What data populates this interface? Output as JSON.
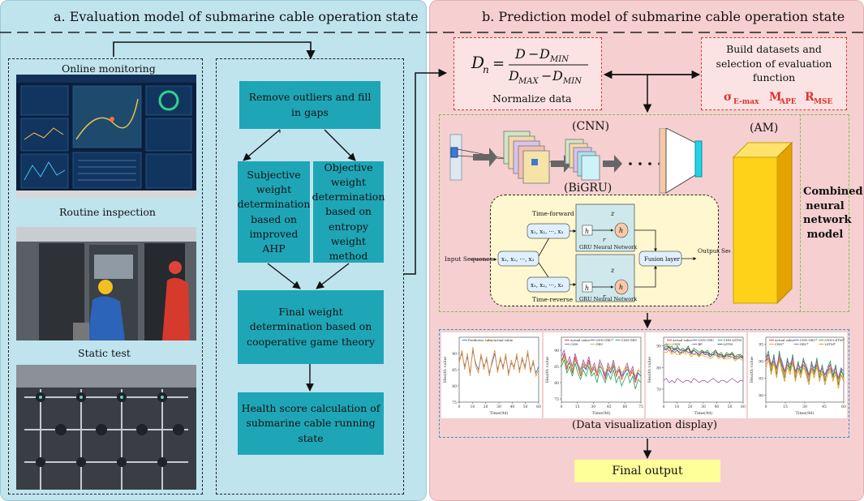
{
  "panel_a": {
    "title": "a. Evaluation model of submarine cable operation state",
    "labels": {
      "online": "Online monitoring",
      "routine": "Routine inspection",
      "static": "Static test"
    },
    "steps": {
      "remove": "Remove outliers and fill in gaps",
      "subjective": "Subjective weight determination based on improved AHP",
      "objective": "Objective weight determination based on entropy weight method",
      "final_weight": "Final weight determination based on cooperative game theory",
      "health": "Health score calculation of submarine cable running state"
    }
  },
  "panel_b": {
    "title": "b. Prediction model of submarine cable operation state",
    "normalize": {
      "label": "Normalize data",
      "formula_lhs": "D",
      "formula_lhs_sub": "n",
      "num_a": "D",
      "num_b": "D",
      "num_b_sub": "MIN",
      "den_a": "D",
      "den_a_sub": "MAX",
      "den_b": "D",
      "den_b_sub": "MIN"
    },
    "build": {
      "text": "Build datasets and selection of evaluation function",
      "m1": "σ",
      "m1_sub": "E-max",
      "m2": "M",
      "m2_sub": "APE",
      "m3": "R",
      "m3_sub": "MSE"
    },
    "cnn_label": "(CNN)",
    "am_label": "(AM)",
    "bigru_label": "(BiGRU)",
    "combined": "Combined neural network model",
    "gru": {
      "time_forward": "Time-forward",
      "time_reverse": "Time-reverse",
      "input_seq": "Input Sequence",
      "output_seq": "Output Sequence",
      "gru_net": "GRU Neural Network",
      "fusion": "Fusion layer",
      "seq": "x₁, x₂, ···, x₃",
      "h": "h",
      "z": "z",
      "r": "r"
    },
    "viz_label": "(Data visualization display)",
    "final_output": "Final output"
  },
  "chart_data": [
    {
      "type": "line",
      "ylabel": "Health value",
      "xlabel": "Time(9d)",
      "x_ticks": [
        "0",
        "10",
        "20",
        "30",
        "40",
        "50",
        "60"
      ],
      "y_ticks": [
        "75",
        "80",
        "85",
        "90"
      ],
      "ylim": [
        75,
        95
      ],
      "series": [
        {
          "name": "Predictive value",
          "color": "#2a6fd6",
          "values": [
            88,
            90,
            86,
            89,
            84,
            91,
            87,
            85,
            89,
            86,
            88,
            84,
            87,
            90,
            85,
            88,
            86,
            89,
            84,
            87,
            86,
            89,
            85,
            88,
            86,
            90,
            85,
            87,
            84,
            86
          ]
        },
        {
          "name": "Actual value",
          "color": "#f08a24",
          "values": [
            87,
            91,
            85,
            90,
            83,
            92,
            86,
            84,
            90,
            85,
            89,
            83,
            88,
            91,
            84,
            89,
            85,
            90,
            83,
            88,
            85,
            90,
            84,
            89,
            85,
            91,
            84,
            88,
            83,
            85
          ]
        }
      ]
    },
    {
      "type": "line",
      "ylabel": "Health value",
      "xlabel": "Time(9d)",
      "x_ticks": [
        "0",
        "15",
        "30",
        "45",
        "60",
        "75"
      ],
      "y_ticks": [
        "75",
        "80",
        "85",
        "90"
      ],
      "ylim": [
        74,
        94
      ],
      "series": [
        {
          "name": "Actual value",
          "color": "#e53030",
          "values": [
            86,
            89,
            84,
            87,
            83,
            88,
            85,
            82,
            86,
            84,
            87,
            83,
            85,
            82,
            86,
            84,
            81,
            85,
            83,
            86,
            82,
            84,
            81,
            83,
            85,
            82,
            84,
            80,
            83,
            82
          ]
        },
        {
          "name": "CNN-GRU*",
          "color": "#2a6fd6",
          "values": [
            87,
            88,
            85,
            86,
            84,
            87,
            85,
            83,
            85,
            84,
            86,
            84,
            84,
            83,
            85,
            84,
            82,
            84,
            83,
            85,
            83,
            84,
            82,
            83,
            84,
            83,
            83,
            81,
            83,
            82
          ]
        },
        {
          "name": "CNN-GRU",
          "color": "#22a04a",
          "values": [
            85,
            87,
            83,
            85,
            82,
            86,
            83,
            81,
            84,
            82,
            85,
            82,
            83,
            80,
            84,
            82,
            80,
            83,
            81,
            84,
            80,
            82,
            79,
            81,
            83,
            80,
            82,
            78,
            81,
            80
          ]
        },
        {
          "name": "CNN",
          "color": "#9b59b6",
          "values": [
            88,
            90,
            86,
            88,
            85,
            89,
            86,
            84,
            87,
            85,
            88,
            84,
            86,
            83,
            87,
            85,
            82,
            86,
            84,
            87,
            83,
            85,
            82,
            84,
            86,
            83,
            85,
            81,
            84,
            83
          ]
        },
        {
          "name": "GRU",
          "color": "#e0b020",
          "values": [
            86,
            88,
            85,
            87,
            84,
            87,
            86,
            83,
            86,
            85,
            86,
            84,
            85,
            83,
            86,
            84,
            83,
            85,
            84,
            86,
            83,
            85,
            83,
            84,
            85,
            83,
            84,
            82,
            84,
            83
          ]
        }
      ]
    },
    {
      "type": "line",
      "ylabel": "Health value",
      "xlabel": "Time(9d)",
      "x_ticks": [
        "0",
        "10",
        "20",
        "30",
        "40",
        "50",
        "60"
      ],
      "y_ticks": [
        "70",
        "80",
        "90"
      ],
      "ylim": [
        64,
        94
      ],
      "series": [
        {
          "name": "Actual value",
          "color": "#e53030",
          "values": [
            89,
            88,
            90,
            87,
            89,
            88,
            86,
            88,
            87,
            89,
            86,
            88,
            87,
            85,
            88,
            86,
            87,
            85,
            86,
            88,
            85,
            86,
            84,
            86,
            85,
            87,
            84,
            85,
            86,
            84
          ]
        },
        {
          "name": "CNN-GRU",
          "color": "#2a6fd6",
          "values": [
            88,
            89,
            88,
            88,
            87,
            88,
            87,
            87,
            88,
            87,
            87,
            86,
            87,
            86,
            87,
            86,
            86,
            85,
            86,
            86,
            85,
            85,
            85,
            85,
            85,
            85,
            84,
            84,
            85,
            84
          ]
        },
        {
          "name": "CNN-LSTM",
          "color": "#22a04a",
          "values": [
            90,
            91,
            89,
            90,
            88,
            90,
            88,
            89,
            88,
            90,
            87,
            89,
            88,
            87,
            88,
            87,
            88,
            86,
            87,
            88,
            86,
            87,
            85,
            87,
            86,
            87,
            85,
            86,
            86,
            85
          ]
        },
        {
          "name": "CNN",
          "color": "#e0b020",
          "values": [
            87,
            87,
            88,
            86,
            87,
            86,
            86,
            87,
            86,
            87,
            85,
            86,
            86,
            85,
            86,
            85,
            85,
            84,
            85,
            86,
            84,
            85,
            84,
            84,
            84,
            85,
            83,
            84,
            84,
            83
          ]
        },
        {
          "name": "BP",
          "color": "#9b59b6",
          "values": [
            74,
            75,
            73,
            74,
            73,
            75,
            74,
            73,
            74,
            74,
            73,
            75,
            74,
            73,
            74,
            74,
            73,
            74,
            75,
            74,
            73,
            74,
            74,
            73,
            74,
            75,
            74,
            73,
            74,
            74
          ]
        },
        {
          "name": "LSTM",
          "color": "#555555",
          "values": [
            89,
            90,
            89,
            89,
            88,
            89,
            88,
            88,
            88,
            89,
            87,
            88,
            87,
            86,
            87,
            87,
            87,
            86,
            86,
            87,
            86,
            86,
            85,
            86,
            86,
            86,
            85,
            85,
            85,
            85
          ]
        }
      ]
    },
    {
      "type": "line",
      "ylabel": "Health value",
      "xlabel": "Time(9d)",
      "x_ticks": [
        "0",
        "15",
        "30",
        "45",
        "60"
      ],
      "y_ticks": [
        "80",
        "85",
        "90",
        "95"
      ],
      "ylim": [
        78,
        97
      ],
      "series": [
        {
          "name": "Actual value",
          "color": "#e53030",
          "values": [
            90,
            92,
            88,
            91,
            87,
            92,
            89,
            86,
            90,
            88,
            91,
            86,
            89,
            87,
            90,
            88,
            85,
            89,
            87,
            90,
            86,
            88,
            85,
            87,
            89,
            86,
            88,
            84,
            87,
            86
          ]
        },
        {
          "name": "CNN-GRU*",
          "color": "#2a6fd6",
          "values": [
            90,
            91,
            89,
            90,
            88,
            91,
            89,
            87,
            89,
            88,
            90,
            87,
            88,
            87,
            89,
            88,
            86,
            88,
            87,
            89,
            87,
            87,
            86,
            87,
            88,
            86,
            87,
            85,
            87,
            86
          ]
        },
        {
          "name": "CNN-LSTM*",
          "color": "#22a04a",
          "values": [
            91,
            93,
            87,
            92,
            86,
            93,
            88,
            85,
            91,
            87,
            92,
            85,
            90,
            86,
            91,
            87,
            84,
            90,
            86,
            91,
            85,
            89,
            84,
            88,
            90,
            85,
            89,
            83,
            88,
            85
          ]
        },
        {
          "name": "CNN*",
          "color": "#e0b020",
          "values": [
            89,
            90,
            88,
            89,
            87,
            90,
            88,
            86,
            88,
            87,
            89,
            86,
            87,
            86,
            88,
            87,
            85,
            87,
            86,
            88,
            86,
            86,
            85,
            86,
            87,
            85,
            86,
            84,
            86,
            85
          ]
        },
        {
          "name": "GRU*",
          "color": "#9b59b6",
          "values": [
            91,
            92,
            89,
            91,
            88,
            92,
            90,
            87,
            90,
            89,
            91,
            87,
            89,
            88,
            90,
            89,
            86,
            89,
            88,
            90,
            87,
            88,
            86,
            88,
            89,
            87,
            88,
            85,
            88,
            87
          ]
        },
        {
          "name": "LSTM*",
          "color": "#f08a24",
          "values": [
            88,
            91,
            86,
            90,
            85,
            91,
            87,
            84,
            89,
            86,
            90,
            84,
            88,
            85,
            89,
            86,
            83,
            88,
            85,
            89,
            84,
            87,
            83,
            86,
            88,
            84,
            87,
            82,
            86,
            84
          ]
        }
      ]
    }
  ]
}
